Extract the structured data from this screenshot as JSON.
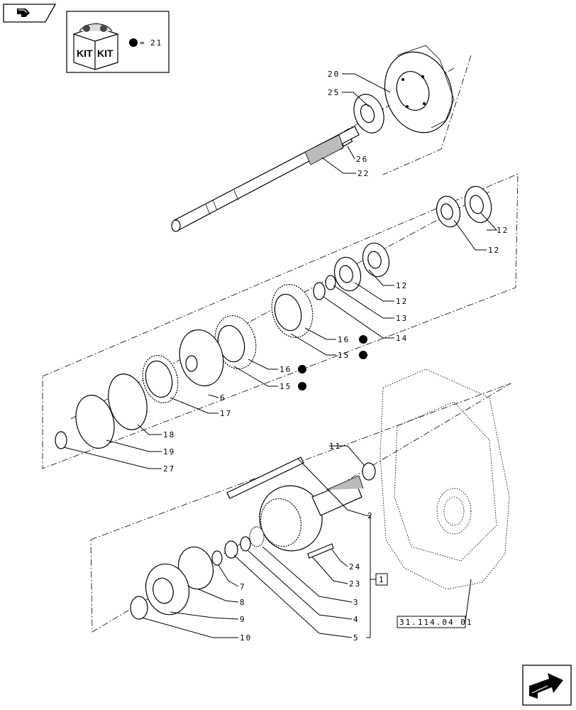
{
  "kit_legend": {
    "kit_text_1": "KIT",
    "kit_text_2": "KIT",
    "equals": "=",
    "ref": "21"
  },
  "reference_box": {
    "label": "1"
  },
  "housing_ref": {
    "label": "31.114.04 01"
  },
  "callouts": [
    {
      "id": "20",
      "text": "20"
    },
    {
      "id": "25",
      "text": "25"
    },
    {
      "id": "26",
      "text": "26"
    },
    {
      "id": "22",
      "text": "22"
    },
    {
      "id": "12a",
      "text": "12"
    },
    {
      "id": "12b",
      "text": "12"
    },
    {
      "id": "12c",
      "text": "12"
    },
    {
      "id": "12d",
      "text": "12"
    },
    {
      "id": "13",
      "text": "13"
    },
    {
      "id": "14",
      "text": "14"
    },
    {
      "id": "16a",
      "text": "16"
    },
    {
      "id": "15a",
      "text": "15"
    },
    {
      "id": "16b",
      "text": "16"
    },
    {
      "id": "15b",
      "text": "15"
    },
    {
      "id": "6",
      "text": "6"
    },
    {
      "id": "17",
      "text": "17"
    },
    {
      "id": "18",
      "text": "18"
    },
    {
      "id": "19",
      "text": "19"
    },
    {
      "id": "27",
      "text": "27"
    },
    {
      "id": "11",
      "text": "11"
    },
    {
      "id": "2",
      "text": "2"
    },
    {
      "id": "24",
      "text": "24"
    },
    {
      "id": "23",
      "text": "23"
    },
    {
      "id": "7",
      "text": "7"
    },
    {
      "id": "8",
      "text": "8"
    },
    {
      "id": "9",
      "text": "9"
    },
    {
      "id": "3",
      "text": "3"
    },
    {
      "id": "4",
      "text": "4"
    },
    {
      "id": "10",
      "text": "10"
    },
    {
      "id": "5",
      "text": "5"
    }
  ],
  "nav": {
    "back_icon": "back-arrow-icon",
    "next_icon": "next-arrow-icon"
  }
}
